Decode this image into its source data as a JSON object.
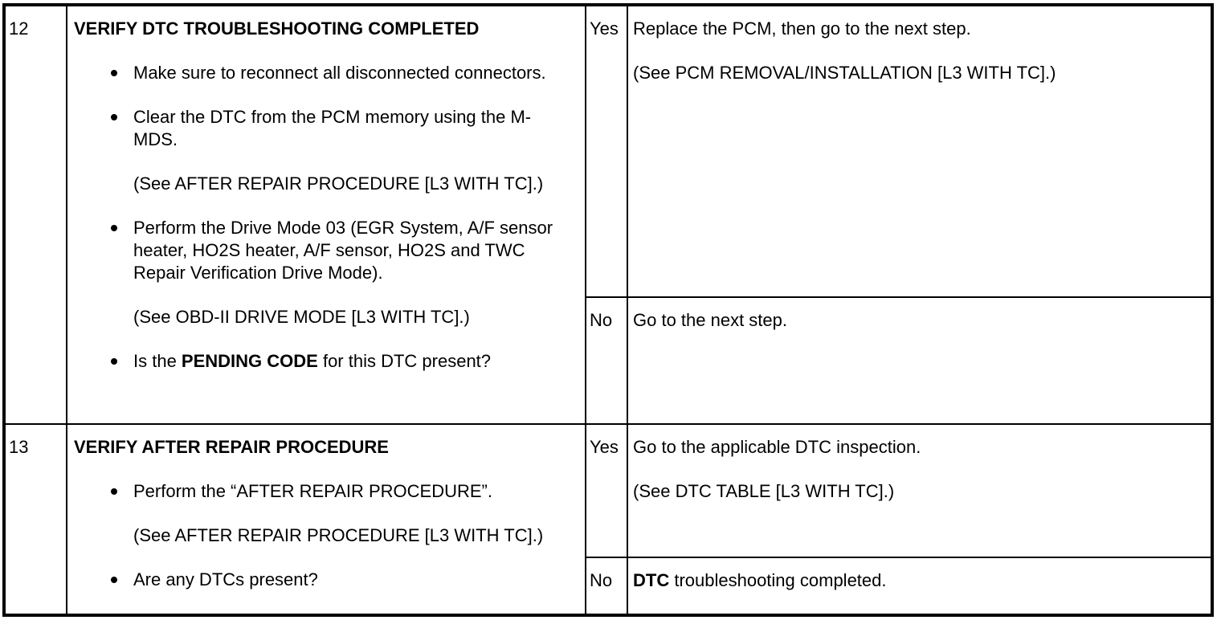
{
  "steps": [
    {
      "number": "12",
      "title": "VERIFY DTC TROUBLESHOOTING COMPLETED",
      "items": [
        {
          "type": "bullet",
          "text": "Make sure to reconnect all disconnected connectors."
        },
        {
          "type": "bullet",
          "text": "Clear the DTC from the PCM memory using the M-MDS."
        },
        {
          "type": "note",
          "text": "(See AFTER REPAIR PROCEDURE [L3 WITH TC].)"
        },
        {
          "type": "bullet",
          "text": "Perform the Drive Mode 03 (EGR System, A/F sensor heater, HO2S heater, A/F sensor, HO2S and TWC Repair Verification Drive Mode)."
        },
        {
          "type": "note",
          "text": "(See OBD-II DRIVE MODE [L3 WITH TC].)"
        },
        {
          "type": "bullet",
          "pre": "Is the ",
          "bold": "PENDING CODE",
          "post": " for this DTC present?"
        }
      ],
      "results": [
        {
          "label": "Yes",
          "actions": [
            "Replace the PCM, then go to the next step.",
            "(See PCM REMOVAL/INSTALLATION [L3 WITH TC].)"
          ]
        },
        {
          "label": "No",
          "actions": [
            "Go to the next step."
          ]
        }
      ]
    },
    {
      "number": "13",
      "title": "VERIFY AFTER REPAIR PROCEDURE",
      "items": [
        {
          "type": "bullet",
          "text": "Perform the “AFTER REPAIR PROCEDURE”."
        },
        {
          "type": "note",
          "text": "(See AFTER REPAIR PROCEDURE [L3 WITH TC].)"
        },
        {
          "type": "bullet",
          "text": "Are any DTCs present?"
        }
      ],
      "results": [
        {
          "label": "Yes",
          "actions": [
            "Go to the applicable DTC inspection.",
            "(See DTC TABLE [L3 WITH TC].)"
          ]
        },
        {
          "label": "No",
          "actions_bold_prefix": "DTC",
          "actions_rest": " troubleshooting completed."
        }
      ]
    }
  ]
}
